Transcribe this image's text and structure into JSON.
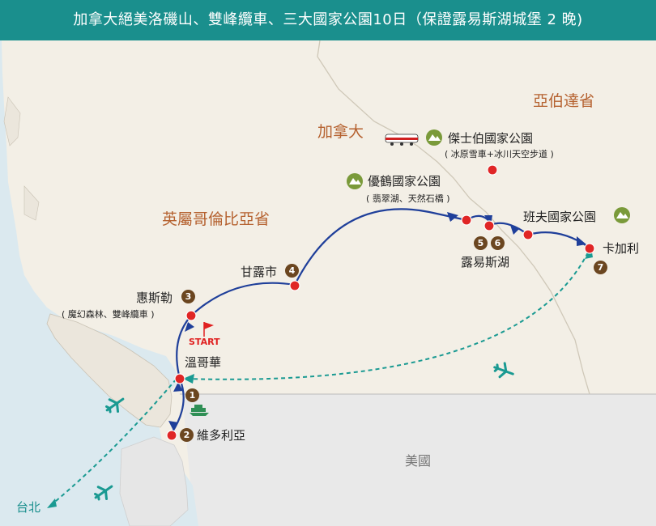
{
  "title": "加拿大絕美洛磯山、雙峰纜車、三大國家公園10日（保證露易斯湖城堡 2 晚)",
  "regions": {
    "alberta": "亞伯達省",
    "canada": "加拿大",
    "bc": "英屬哥倫比亞省",
    "usa": "美國"
  },
  "parks": {
    "jasper": {
      "name": "傑士伯國家公園",
      "sub": "( 冰原雪車+冰川天空步道 )"
    },
    "yoho": {
      "name": "優鶴國家公園",
      "sub": "( 翡翠湖、天然石橋 )"
    },
    "banff": {
      "name": "班夫國家公園"
    }
  },
  "cities": {
    "whistler": {
      "name": "惠斯勒",
      "num": "3",
      "sub": "( 魔幻森林、雙峰纜車 )"
    },
    "kamloops": {
      "name": "甘露市",
      "num": "4"
    },
    "vancouver": {
      "name": "溫哥華",
      "num": "1"
    },
    "victoria": {
      "name": "維多利亞",
      "num": "2"
    },
    "lakelouise": {
      "name": "露易斯湖",
      "num_a": "5",
      "num_b": "6"
    },
    "calgary": {
      "name": "卡加利",
      "num": "7"
    },
    "taipei": {
      "name": "台北"
    }
  },
  "start_label": "START",
  "colors": {
    "title_bg": "#1a8f8d",
    "route": "#1f3f9a",
    "flight": "#1a9a92",
    "city_dot": "#e02626",
    "land": "#f3efe6",
    "water": "#dbe9ef",
    "usa": "#e9e9e9",
    "region_text": "#b5612f",
    "num_badge": "#6b4620",
    "park_icon": "#7a9a3a"
  }
}
